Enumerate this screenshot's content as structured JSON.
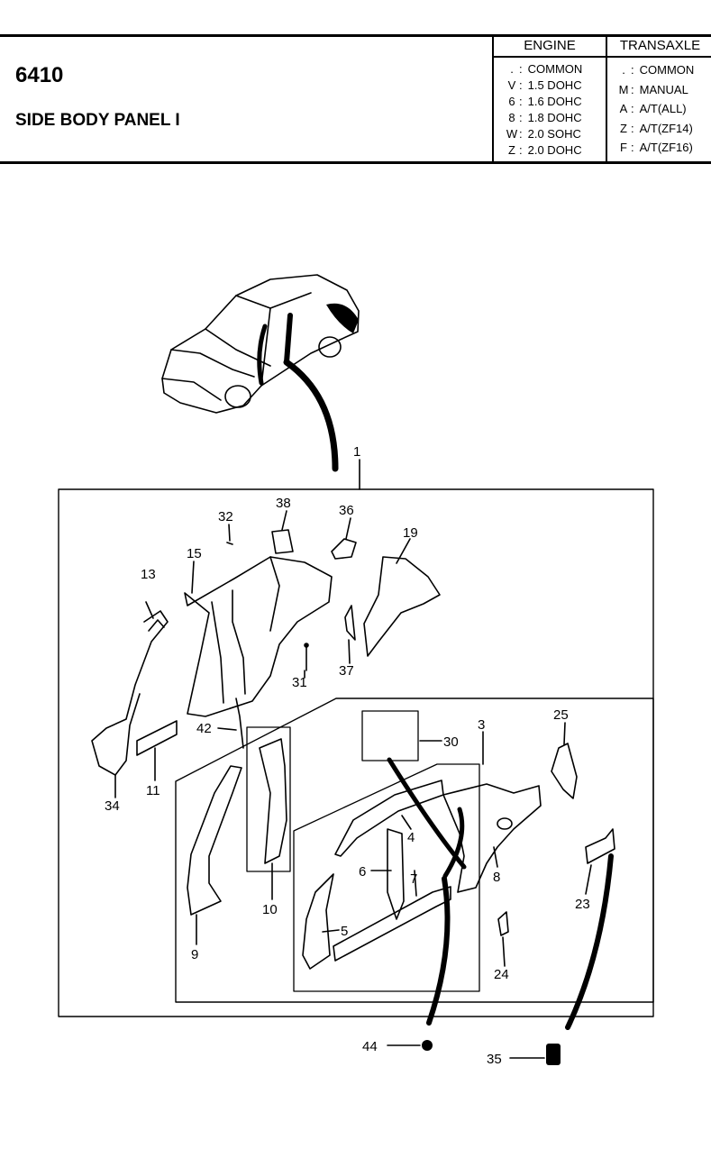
{
  "header": {
    "code": "6410",
    "title": "SIDE BODY PANEL I"
  },
  "engine": {
    "heading": "ENGINE",
    "rows": [
      {
        "key": ".",
        "value": "COMMON"
      },
      {
        "key": "V",
        "value": "1.5 DOHC"
      },
      {
        "key": "6",
        "value": "1.6 DOHC"
      },
      {
        "key": "8",
        "value": "1.8 DOHC"
      },
      {
        "key": "W",
        "value": "2.0 SOHC"
      },
      {
        "key": "Z",
        "value": "2.0 DOHC"
      }
    ]
  },
  "transaxle": {
    "heading": "TRANSAXLE",
    "rows": [
      {
        "key": ".",
        "value": "COMMON"
      },
      {
        "key": "M",
        "value": "MANUAL"
      },
      {
        "key": "A",
        "value": "A/T(ALL)"
      },
      {
        "key": "Z",
        "value": "A/T(ZF14)"
      },
      {
        "key": "F",
        "value": "A/T(ZF16)"
      }
    ]
  },
  "callouts": [
    "1",
    "32",
    "38",
    "36",
    "19",
    "15",
    "13",
    "31",
    "37",
    "42",
    "3",
    "30",
    "25",
    "11",
    "34",
    "4",
    "6",
    "7",
    "8",
    "10",
    "5",
    "23",
    "9",
    "24",
    "44",
    "35"
  ]
}
